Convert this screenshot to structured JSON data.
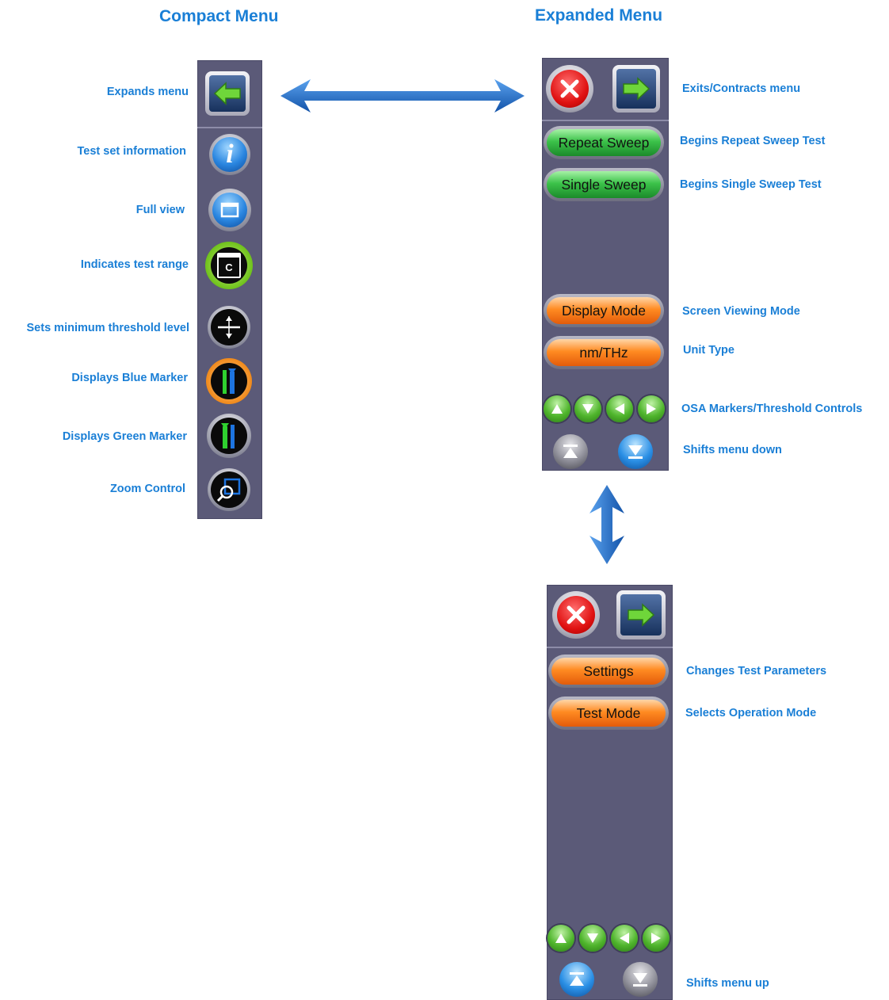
{
  "headings": {
    "compact": "Compact Menu",
    "expanded": "Expanded Menu"
  },
  "compact_menu": {
    "labels": [
      "Expands menu",
      "Test set information",
      "Full view",
      "Indicates test range",
      "Sets minimum threshold level",
      "Displays Blue Marker",
      "Displays Green Marker",
      "Zoom Control"
    ],
    "range_icon_letter": "C",
    "info_icon_letter": "i"
  },
  "expanded_menu": {
    "buttons": {
      "repeat_sweep": "Repeat Sweep",
      "single_sweep": "Single Sweep",
      "display_mode": "Display Mode",
      "unit_type": "nm/THz"
    },
    "labels": {
      "exit": "Exits/Contracts menu",
      "repeat": "Begins Repeat Sweep Test",
      "single": "Begins Single Sweep Test",
      "display": "Screen Viewing Mode",
      "unit": "Unit Type",
      "markers": "OSA Markers/Threshold Controls",
      "shift_down": "Shifts menu down"
    }
  },
  "lower_menu": {
    "buttons": {
      "settings": "Settings",
      "test_mode": "Test Mode"
    },
    "labels": {
      "settings": "Changes Test Parameters",
      "test_mode": "Selects Operation Mode",
      "shift_up": "Shifts menu up"
    }
  },
  "colors": {
    "label_blue": "#1a7fd6",
    "panel": "#5b5a78",
    "green_button": "#3cc24a",
    "orange_button": "#ff8b22",
    "arrow_blue": "#1f6fcf"
  },
  "icons": [
    "left-arrow-icon",
    "info-icon",
    "full-view-icon",
    "test-range-icon",
    "threshold-icon",
    "blue-marker-icon",
    "green-marker-icon",
    "zoom-icon",
    "close-icon",
    "right-arrow-icon",
    "triangle-up-icon",
    "triangle-down-icon",
    "triangle-left-icon",
    "triangle-right-icon",
    "shift-up-icon",
    "shift-down-icon"
  ]
}
